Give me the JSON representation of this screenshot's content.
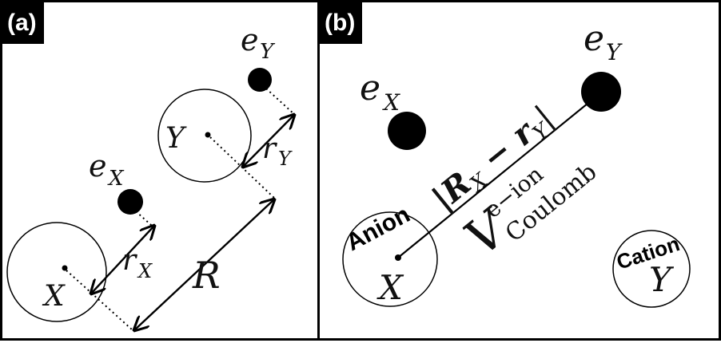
{
  "panel_a": {
    "tag": "(a)",
    "label_eY": "e",
    "label_eY_sub": "Y",
    "label_Y": "Y",
    "label_rY": "r",
    "label_rY_sub": "Y",
    "label_eX": "e",
    "label_eX_sub": "X",
    "label_rX": "r",
    "label_rX_sub": "X",
    "label_R": "R",
    "label_X": "X"
  },
  "panel_b": {
    "tag": "(b)",
    "label_eX": "e",
    "label_eX_sub": "X",
    "label_eY": "e",
    "label_eY_sub": "Y",
    "distance_label": "|R",
    "distance_sub": "X",
    "distance_mid": " − r",
    "distance_sub2": "Y",
    "distance_end": "|",
    "potential_main": "V",
    "potential_sup": "e−ion",
    "potential_sub": "Coulomb",
    "anion_label": "Anion",
    "cation_label": "Cation",
    "label_X": "X",
    "label_Y": "Y"
  }
}
